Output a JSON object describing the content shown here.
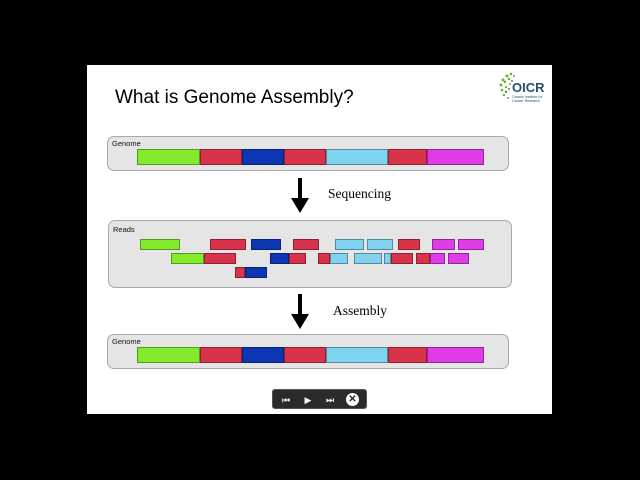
{
  "slide": {
    "title": "What is Genome Assembly?",
    "logo": {
      "text": "OICR",
      "subtitle": "Ontario Institute for Cancer Research"
    },
    "top_panel": {
      "label": "Genome"
    },
    "reads_panel": {
      "label": "Reads"
    },
    "bottom_panel": {
      "label": "Genome"
    },
    "step1": "Sequencing",
    "step2": "Assembly"
  },
  "colors": {
    "green": "#84ea2c",
    "red": "#d8334a",
    "blue": "#0d36b2",
    "cyan": "#7fd3ef",
    "magenta": "#df3ce9"
  },
  "genome_order": [
    "green",
    "red",
    "blue",
    "red",
    "cyan",
    "red",
    "magenta"
  ],
  "controls": {
    "prev_icon": "rewind-icon",
    "play_icon": "play-icon",
    "next_icon": "fast-forward-icon",
    "close_icon": "close-icon"
  }
}
